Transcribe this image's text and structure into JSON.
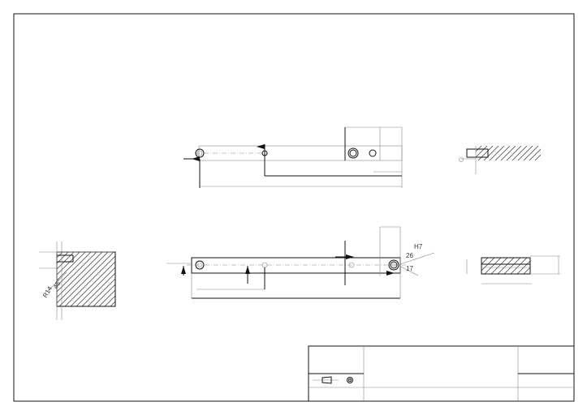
{
  "drawing": {
    "dimensions": {
      "tolerance": "H7",
      "dia_outer": "26",
      "dia_inner": "17",
      "radius": "R14",
      "chamfer_angle": "45°"
    }
  }
}
